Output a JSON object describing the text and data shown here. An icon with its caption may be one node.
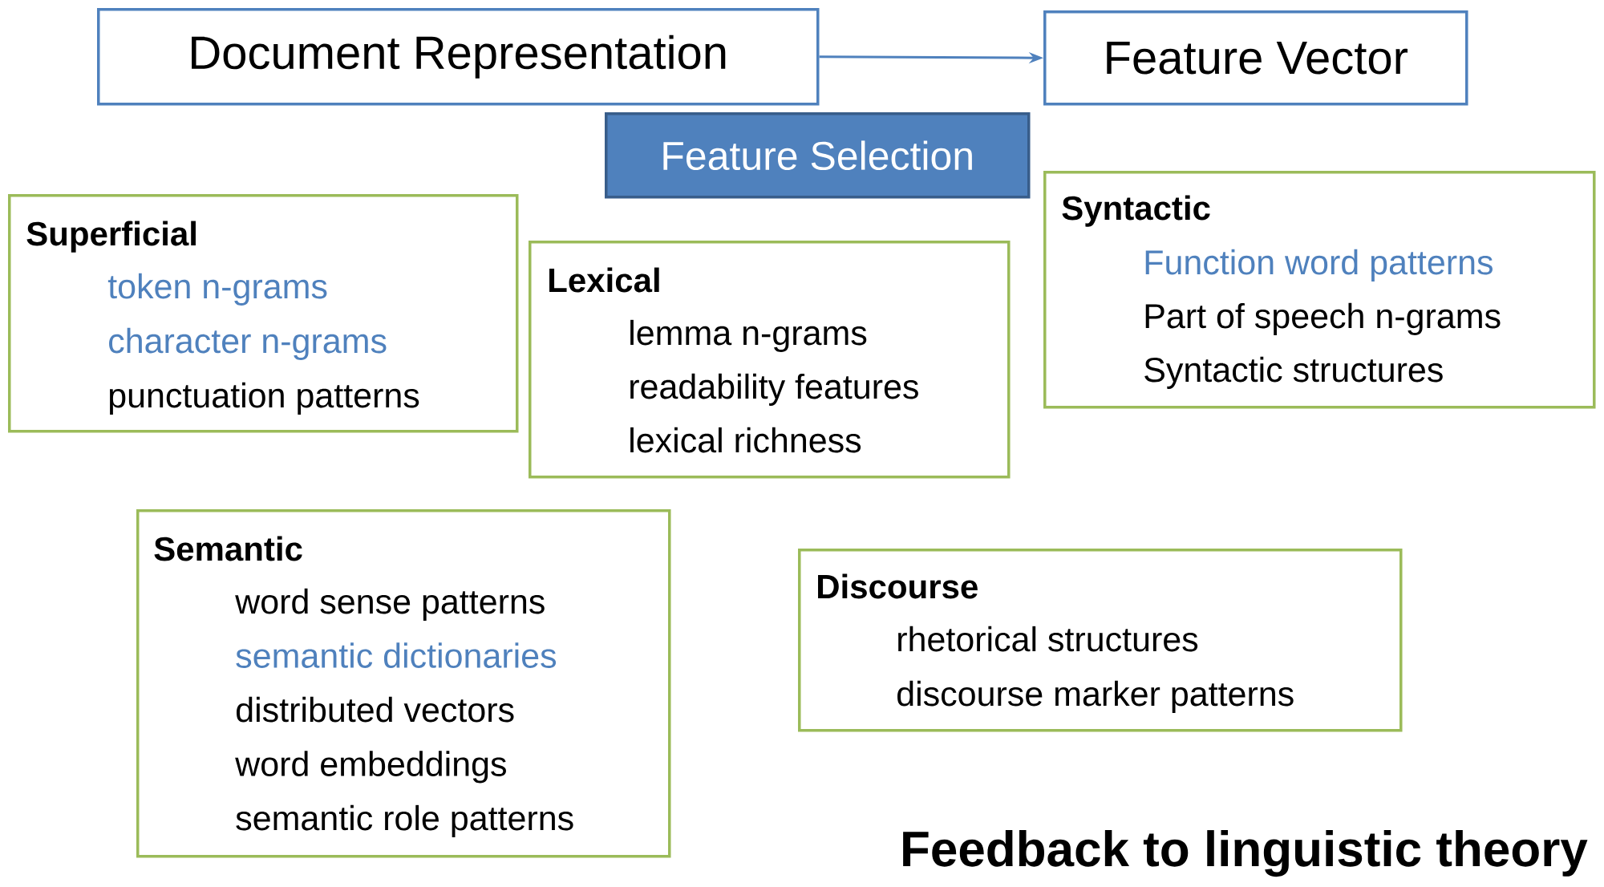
{
  "diagram": {
    "nodes": [
      {
        "text": [
          "Document Representation"
        ]
      },
      {
        "text": [
          "Feature Vector"
        ]
      },
      {
        "text": [
          "Feature Selection"
        ]
      },
      {
        "text": [
          "Superficial",
          "token n-grams",
          "character n-grams",
          "punctuation patterns"
        ]
      },
      {
        "text": [
          "Lexical",
          "lemma n-grams",
          "readability features",
          "lexical richness"
        ]
      },
      {
        "text": [
          "Syntactic",
          "Function word patterns",
          "Part of speech n-grams",
          "Syntactic structures"
        ]
      },
      {
        "text": [
          "Semantic",
          "word sense patterns",
          "semantic dictionaries",
          "distributed vectors",
          "word embeddings",
          "semantic role patterns"
        ]
      },
      {
        "text": [
          "Discourse",
          "rhetorical structures",
          "discourse marker patterns"
        ]
      }
    ],
    "edges": [
      {
        "from": 0,
        "to": 1,
        "arrow": "to",
        "color": "#4f81bd"
      }
    ],
    "labels": [
      "Feedback to linguistic theory"
    ]
  }
}
